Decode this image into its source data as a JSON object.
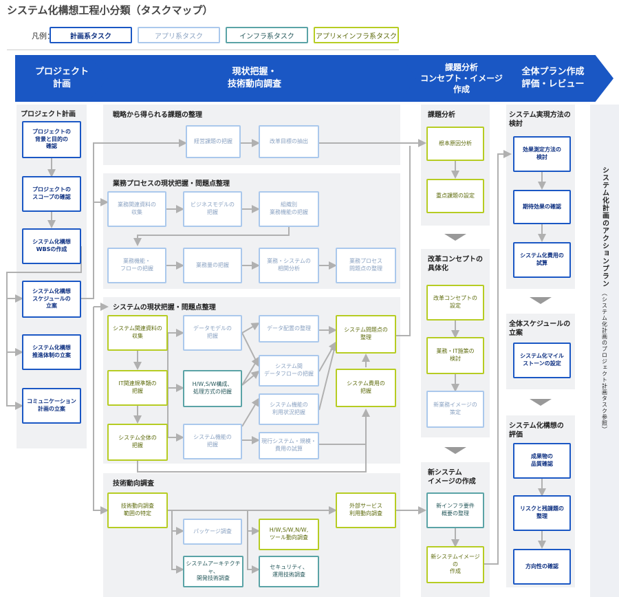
{
  "title": "システム化構想工程小分類（タスクマップ）",
  "legend": {
    "label": "凡例：",
    "items": [
      "計画系タスク",
      "アプリ系タスク",
      "インフラ系タスク",
      "アプリ×インフラ系タスク"
    ]
  },
  "phases": [
    "プロジェクト\n計画",
    "現状把握・\n技術動向調査",
    "課題分析\nコンセプト・イメージ\n作成",
    "全体プラン作成\n評価・レビュー"
  ],
  "groups": {
    "pp": "プロジェクト計画",
    "senryaku": "戦略から得られる課題の整理",
    "gyomu": "業務プロセスの現状把握・問題点整理",
    "system": "システムの現状把握・問題点整理",
    "gijutsu": "技術動向調査",
    "kadai": "課題分析",
    "kaikaku": "改革コンセプトの\n具体化",
    "newsys": "新システム\nイメージの作成",
    "jitsugen": "システム実現方法の\n検討",
    "sched": "全体スケジュールの\n立案",
    "hyouka": "システム化構想の\n評価"
  },
  "tasks": {
    "p1": "プロジェクトの\n背景と目的の\n確認",
    "p2": "プロジェクトの\nスコープの確認",
    "p3": "システム化構想\nWBSの作成",
    "p4": "システム化構想\nスケジュールの\n立案",
    "p5": "システム化構想\n推進体制の立案",
    "p6": "コミュニケーション\n計画の立案",
    "s1": "経営課題の把握",
    "s2": "改革目標の抽出",
    "g1": "業務関連資料の\n収集",
    "g2": "ビジネスモデルの\n把握",
    "g3": "組織別\n業務機能の把握",
    "g4": "業務機能・\nフローの把握",
    "g5": "業務量の把握",
    "g6": "業務・システムの\n相関分析",
    "g7": "業務プロセス\n問題点の整理",
    "y1": "システム関連資料の\n収集",
    "y2": "IT関連規準類の\n把握",
    "y3": "システム全体の\n把握",
    "y4": "データモデルの\n把握",
    "y5": "H/W,S/W構成、\n処理方式の把握",
    "y6": "システム機能の\n把握",
    "y7": "データ配置の整理",
    "y8": "システム間\nデータフローの把握",
    "y9": "システム機能の\n利用状況把握",
    "y10": "現行システム・規模・\n費用の試算",
    "y11": "システム問題点の\n整理",
    "y12": "システム費用の\n把握",
    "t1": "技術動向調査\n範囲の特定",
    "t2": "パッケージ調査",
    "t3": "H/W,S/W,N/W,\nツール動向調査",
    "t4": "システムアーキテクチャ、\n開発技術調査",
    "t5": "セキュリティ、\n運用技術調査",
    "t6": "外部サービス\n利用動向調査",
    "k1": "根本原因分析",
    "k2": "重点課題の設定",
    "c1": "改革コンセプトの\n設定",
    "c2": "業務・IT施策の\n検討",
    "c3": "新業務イメージの\n策定",
    "n1": "新インフラ要件\n概要の整理",
    "n2": "新システムイメージの\n作成",
    "j1": "効果測定方法の\n検討",
    "j2": "期待効果の確認",
    "j3": "システム化費用の\n試算",
    "sc1": "システム化マイル\nストーンの設定",
    "h1": "成果物の\n品質確認",
    "h2": "リスクと残課題の\n整理",
    "h3": "方向性の確認"
  },
  "side": {
    "main": "システム化計画のアクションプラン",
    "sub": "（システム化計画のプロジェクト計画タスク参照）"
  },
  "colors": {
    "plan": "#1a57c4",
    "app": "#aac8ec",
    "infra": "#5aa3a6",
    "mix": "#b6cc22",
    "phase": "#1a57c4",
    "line": "#b0b0b0"
  }
}
